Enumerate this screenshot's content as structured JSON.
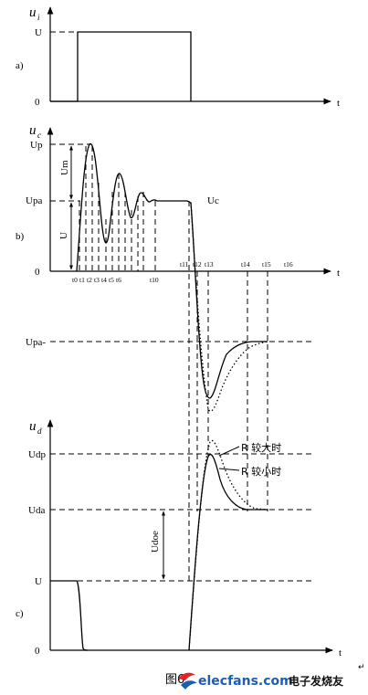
{
  "panel_a": {
    "axis_var": "u",
    "axis_sub": "i",
    "level_label": "U",
    "zero_label": "0",
    "time_label": "t",
    "panel_label": "a)"
  },
  "panel_b": {
    "axis_var": "u",
    "axis_sub": "c",
    "up_label": "Up",
    "um_label": "Um",
    "upa_label": "Upa",
    "uc_label": "Uc",
    "u_label": "U",
    "zero_label": "0",
    "time_label": "t",
    "panel_label": "b)",
    "upa_neg_label": "Upa-",
    "ticks_left": [
      "t0",
      "t1",
      "t2",
      "t3",
      "t4",
      "t5",
      "t6"
    ],
    "tick_t10": "t10",
    "ticks_right": [
      "t11",
      "t12",
      "t13",
      "t14",
      "t15",
      "t16"
    ]
  },
  "panel_c": {
    "axis_var": "u",
    "axis_sub": "d",
    "udp_label": "Udp",
    "uda_label": "Uda",
    "udoe_label": "Udoe",
    "u_label": "U",
    "zero_label": "0",
    "time_label": "t",
    "panel_label": "c)",
    "r_large_label": "R 较大时",
    "r_small_label": "R 较小时"
  },
  "caption": {
    "text": "图6",
    "cursor": "↵"
  },
  "watermark": {
    "site": "elecfans.com",
    "cn": "电子发烧友"
  }
}
